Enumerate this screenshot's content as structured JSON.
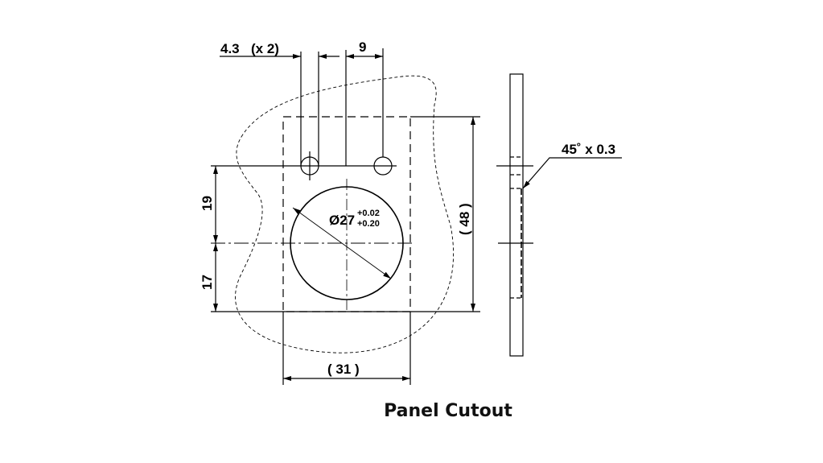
{
  "title": "Panel Cutout",
  "dimensions": {
    "hole_dia": "4.3",
    "hole_count": "(x 2)",
    "hole_spacing": "9",
    "chamfer": "45˚ x 0.3",
    "upper_height": "19",
    "lower_height": "17",
    "total_height": "( 48 )",
    "total_width": "( 31 )",
    "main_dia": "Ø27",
    "tol_upper": "+0.02",
    "tol_lower": "+0.20"
  },
  "colors": {
    "line": "#000000",
    "background": "#ffffff"
  }
}
